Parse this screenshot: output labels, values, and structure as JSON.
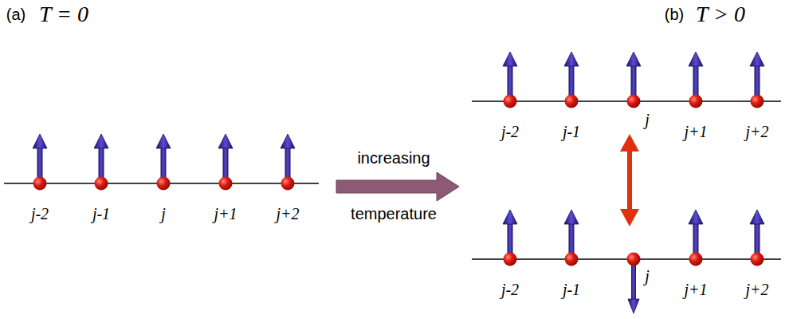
{
  "diagram": {
    "labels": [
      "(a)",
      "T = 0",
      "(b)",
      "T > 0",
      "j-2",
      "j-1",
      "j",
      "j+1",
      "j+2",
      "j-2",
      "j-1",
      "j",
      "j+1",
      "j+2",
      "j-2",
      "j-1",
      "j",
      "j+1",
      "j+2",
      "increasing",
      "temperature"
    ]
  }
}
